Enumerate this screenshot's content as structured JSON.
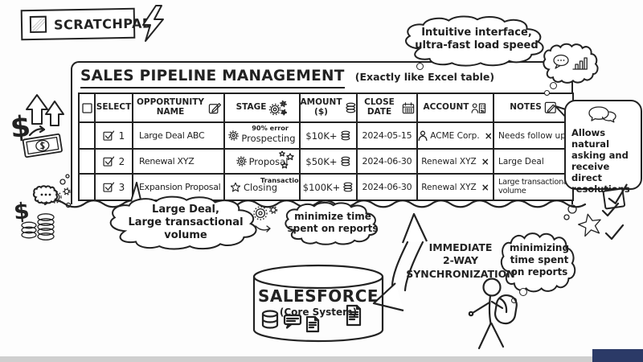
{
  "scratchpad": {
    "label": "SCRATCHPAD"
  },
  "panel": {
    "title": "SALES PIPELINE MANAGEMENT",
    "subtitle": "(Exactly like Excel table)"
  },
  "bubbles": {
    "intuitive": {
      "line1": "Intuitive interface,",
      "line2": "ultra-fast load speed"
    },
    "allows": {
      "line1": "Allows natural",
      "line2": "asking and",
      "line3": "receive direct",
      "line4": "resolutions"
    },
    "large_deal": {
      "line1": "Large Deal,",
      "line2": "Large transactional",
      "line3": "volume"
    },
    "minimize": {
      "line1": "minimize time",
      "line2": "spent on reports"
    },
    "minimizing": {
      "line1": "minimizing",
      "line2": "time spent",
      "line3": "on reports"
    }
  },
  "sync": {
    "line1": "IMMEDIATE",
    "line2": "2-WAY",
    "line3": "SYNCHRONIZATION"
  },
  "salesforce": {
    "name": "SALESFORCE",
    "subtitle": "(Core System)"
  },
  "table": {
    "headers": {
      "select": "SELECT",
      "name": "OPPORTUNITY NAME",
      "stage": "STAGE",
      "amount": "AMOUNT ($)",
      "close": "CLOSE DATE",
      "account": "ACCOUNT",
      "notes": "NOTES"
    },
    "x_mark": "×",
    "rows": [
      {
        "num": "1",
        "name": "Large Deal ABC",
        "stage": "Prospecting",
        "stage_note": "90% error",
        "amount": "$10K+",
        "close": "2024-05-15",
        "account": "ACME Corp.",
        "notes": "Needs follow up"
      },
      {
        "num": "2",
        "name": "Renewal XYZ",
        "stage": "Proposal",
        "stage_note": "",
        "amount": "$50K+",
        "close": "2024-06-30",
        "account": "Renewal XYZ",
        "notes": "Large Deal"
      },
      {
        "num": "3",
        "name": "Expansion Proposal",
        "stage": "Closing",
        "stage_note": "Transaction Safety",
        "amount": "$100K+",
        "close": "2024-06-30",
        "account": "Renewal XYZ",
        "notes": "Large transactional volume"
      }
    ]
  },
  "doodles": {
    "dollar": "$"
  },
  "colors": {
    "ink": "#222222",
    "paper": "#fdfdfd",
    "bottom_strip": "#cfcfcf",
    "corner_logo": "#2b3a67"
  }
}
